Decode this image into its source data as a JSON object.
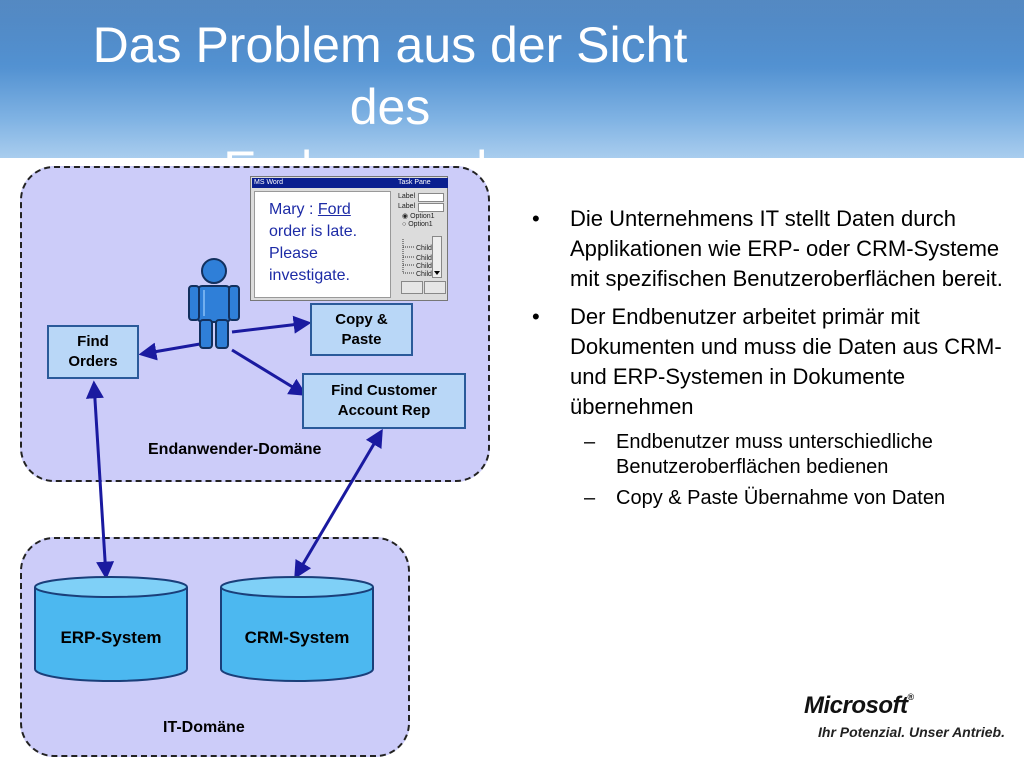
{
  "slide": {
    "title_line1": "Das Problem aus der Sicht des",
    "title_line2": "Endanwenders"
  },
  "diagram": {
    "user_domain_label": "Endanwender-Domäne",
    "it_domain_label": "IT-Domäne",
    "nodes": {
      "find_orders_l1": "Find",
      "find_orders_l2": "Orders",
      "copy_paste_l1": "Copy &",
      "copy_paste_l2": "Paste",
      "find_customer_l1": "Find Customer",
      "find_customer_l2": "Account Rep"
    },
    "erp_system": "ERP-System",
    "crm_system": "CRM-System",
    "word_window": {
      "app_title": "MS Word",
      "pane_title": "Task Pane",
      "msg_prefix": "Mary : ",
      "msg_link": "Ford",
      "msg_line2": "order is late.",
      "msg_line3": "Please",
      "msg_line4": "investigate.",
      "label1": "Label",
      "label2": "Label",
      "option1": "Option1",
      "option2": "Option1",
      "child1": "Child",
      "child2": "Child",
      "child3": "Child",
      "child4": "Child"
    }
  },
  "bullets": {
    "b1_dot": "•",
    "b1": "Die Unternehmens IT stellt Daten durch Applikationen wie ERP- oder CRM-Systeme mit spezifischen Benutzeroberflächen bereit.",
    "b2_dot": "•",
    "b2": "Der Endbenutzer arbeitet primär mit Dokumenten und muss die Daten aus CRM- und ERP-Systemen in Dokumente übernehmen",
    "sub1_dash": "–",
    "sub1": "Endbenutzer muss unterschiedliche Benutzeroberflächen bedienen",
    "sub2_dash": "–",
    "sub2": "Copy & Paste Übernahme von Daten"
  },
  "branding": {
    "logo": "Microsoft",
    "registered": "®",
    "tagline": "Ihr Potenzial. Unser Antrieb."
  },
  "colors": {
    "header": "#4f8fd0",
    "domain_fill": "#ccccf9",
    "node_fill": "#b9d7f7",
    "arrow": "#1a1aa0"
  }
}
